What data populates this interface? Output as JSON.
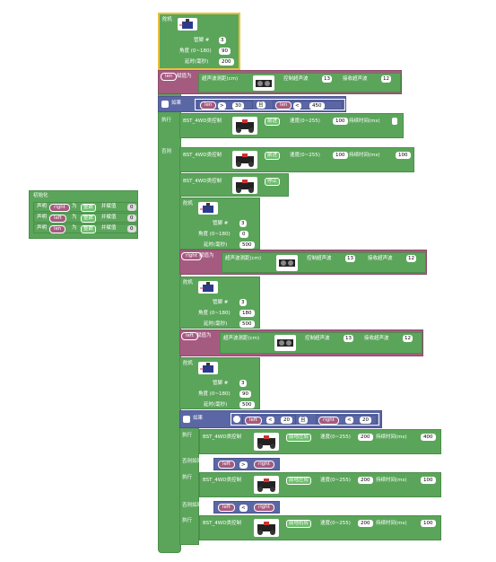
{
  "init": {
    "title": "初始化",
    "rows": [
      {
        "declare": "声明",
        "var": "right",
        "as": "为",
        "type": "整数",
        "assign": "并赋值",
        "value": "0"
      },
      {
        "declare": "声明",
        "var": "left",
        "as": "为",
        "type": "整数",
        "assign": "并赋值",
        "value": "0"
      },
      {
        "declare": "声明",
        "var": "len",
        "as": "为",
        "type": "整数",
        "assign": "并赋值",
        "value": "0"
      }
    ]
  },
  "labels": {
    "servo": "舵机",
    "pin": "管脚 #",
    "angle": "角度 (0~180)",
    "delay": "延时(毫秒)",
    "assign": "赋值为",
    "ultrasonic": "超声波测距(cm)",
    "trig": "控制超声波",
    "echo": "接收超声波",
    "if": "如果",
    "do": "执行",
    "else": "否则",
    "elseif": "否则如果",
    "and": "且",
    "motor": "BST_4WD类控制",
    "speed": "速度(0~255)",
    "duration": "持续时间(ms)"
  },
  "servo_blocks": [
    {
      "pin": "3",
      "angle": "90",
      "delay": "200"
    },
    {
      "pin": "3",
      "angle": "0",
      "delay": "500"
    },
    {
      "pin": "3",
      "angle": "180",
      "delay": "500"
    },
    {
      "pin": "3",
      "angle": "90",
      "delay": "500"
    }
  ],
  "ultra_blocks": [
    {
      "var": "len",
      "trig_pin": "13",
      "echo_pin": "12"
    },
    {
      "var": "right",
      "trig_pin": "13",
      "echo_pin": "12"
    },
    {
      "var": "left",
      "trig_pin": "13",
      "echo_pin": "12"
    }
  ],
  "condition1": {
    "var1": "len",
    "op1": ">",
    "val1": "30",
    "and": "且",
    "var2": "len",
    "op2": "<",
    "val2": "450"
  },
  "motor_blocks": [
    {
      "action": "前进",
      "speed": "100",
      "duration": ""
    },
    {
      "action": "前进",
      "speed": "100",
      "duration": "100"
    },
    {
      "action": "停止"
    }
  ],
  "condition2": {
    "var1": "left",
    "op1": "<",
    "val1": "20",
    "and": "且",
    "var2": "right",
    "op2": "<",
    "val2": "20"
  },
  "compare3": {
    "var1": "left",
    "op": ">",
    "var2": "right"
  },
  "compare4": {
    "var1": "left",
    "op": "<",
    "var2": "right"
  },
  "inner_motors": [
    {
      "action": "原地左转",
      "speed": "200",
      "duration": "400"
    },
    {
      "action": "原地左转",
      "speed": "200",
      "duration": "100"
    },
    {
      "action": "原地右转",
      "speed": "200",
      "duration": "100"
    }
  ]
}
